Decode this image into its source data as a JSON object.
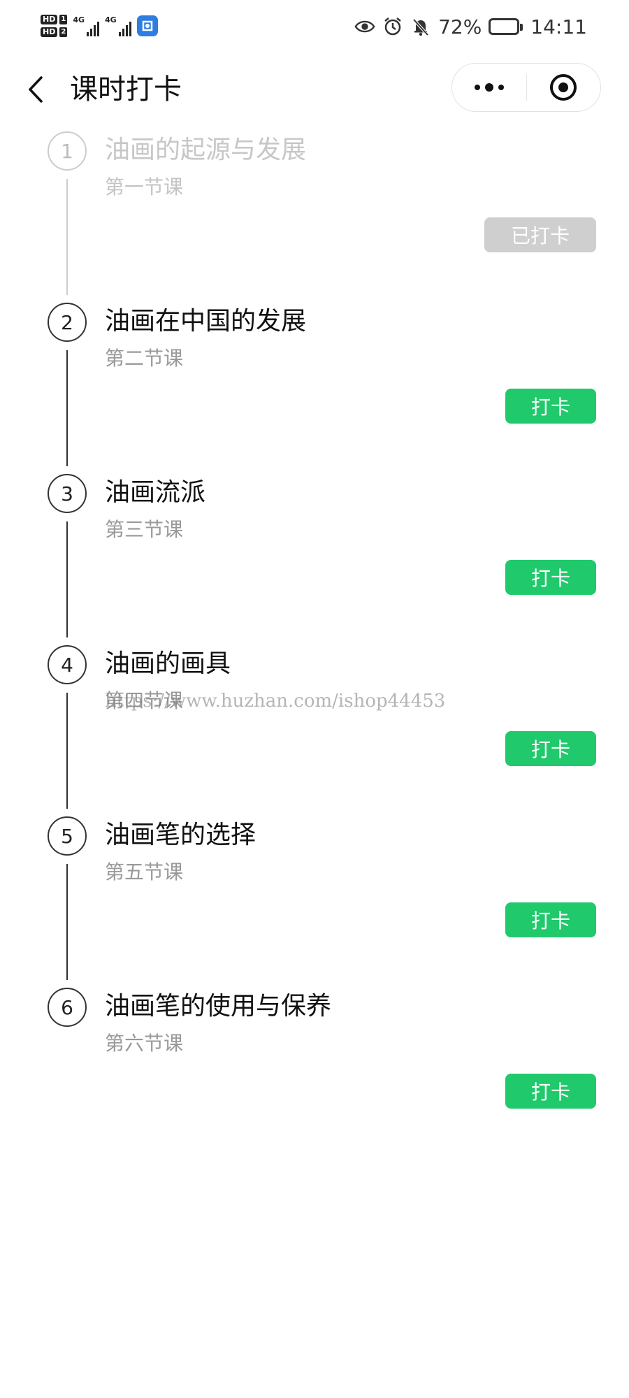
{
  "status_bar": {
    "sim1": {
      "hd": "HD",
      "slot": "1",
      "network": "4G"
    },
    "sim2": {
      "hd": "HD",
      "slot": "2",
      "network": "4G"
    },
    "battery_percent": "72%",
    "battery_level": 0.72,
    "time": "14:11"
  },
  "nav": {
    "title": "课时打卡"
  },
  "lessons": [
    {
      "number": "1",
      "title": "油画的起源与发展",
      "subtitle": "第一节课",
      "button": "已打卡",
      "checked_in": true
    },
    {
      "number": "2",
      "title": "油画在中国的发展",
      "subtitle": "第二节课",
      "button": "打卡",
      "checked_in": false
    },
    {
      "number": "3",
      "title": "油画流派",
      "subtitle": "第三节课",
      "button": "打卡",
      "checked_in": false
    },
    {
      "number": "4",
      "title": "油画的画具",
      "subtitle": "第四节课",
      "button": "打卡",
      "checked_in": false
    },
    {
      "number": "5",
      "title": "油画笔的选择",
      "subtitle": "第五节课",
      "button": "打卡",
      "checked_in": false
    },
    {
      "number": "6",
      "title": "油画笔的使用与保养",
      "subtitle": "第六节课",
      "button": "打卡",
      "checked_in": false
    }
  ],
  "watermark": "https://www.huzhan.com/ishop44453",
  "colors": {
    "checkin_green": "#20c96b",
    "checked_gray": "#cfcfcf"
  }
}
